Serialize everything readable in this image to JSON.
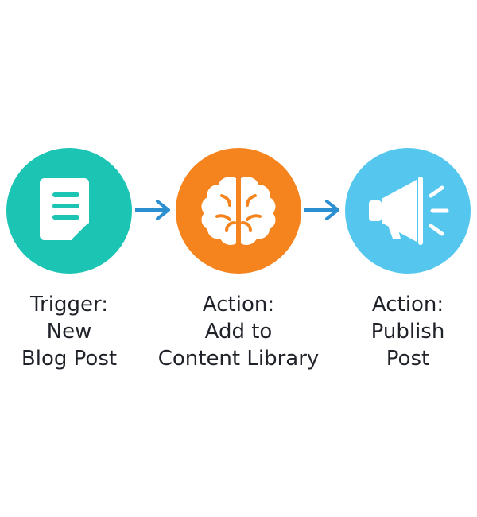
{
  "colors": {
    "trigger": "#1bc4b3",
    "brain": "#f5841f",
    "publish": "#55c7ef",
    "arrow": "#2b8fd0",
    "text": "#1f2229",
    "icon": "#ffffff"
  },
  "steps": [
    {
      "icon": "document-icon",
      "lines": [
        "Trigger:",
        "New",
        "Blog Post"
      ]
    },
    {
      "icon": "brain-icon",
      "lines": [
        "Action:",
        "Add to",
        "Content Library"
      ]
    },
    {
      "icon": "megaphone-icon",
      "lines": [
        "Action:",
        "Publish",
        "Post"
      ]
    }
  ]
}
